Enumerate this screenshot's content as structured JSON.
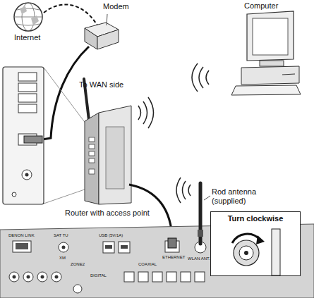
{
  "diagram": {
    "nodes": [
      {
        "text": [
          "Turn clockwise"
        ]
      }
    ],
    "labels": [
      "Internet",
      "Modem",
      "Computer",
      "To WAN side",
      "Router with access point",
      "Rod antenna (supplied)",
      "DENON LINK",
      "SAT TU",
      "XM",
      "USB (5V/1A)",
      "ETHERNET",
      "WLAN ANT.",
      "ZONE2",
      "COAXIAL",
      "DIGITAL"
    ]
  }
}
